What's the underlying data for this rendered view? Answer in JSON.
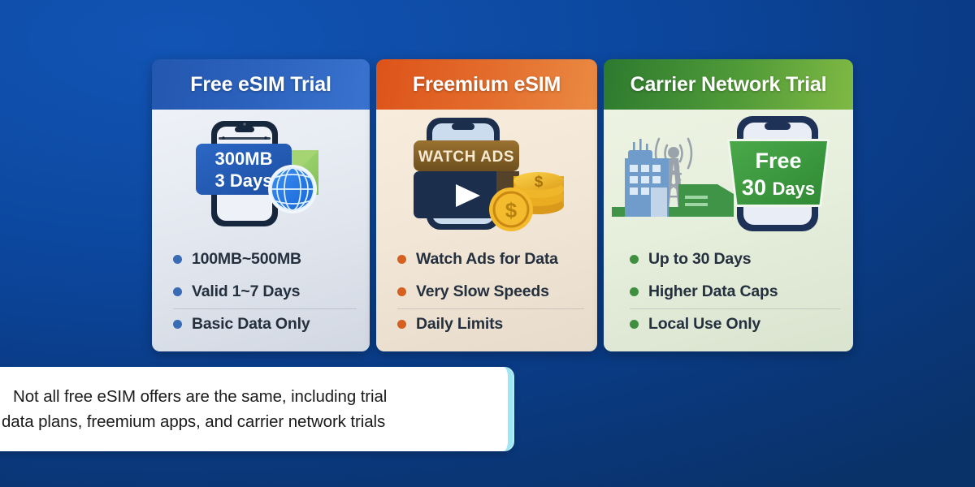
{
  "background": {
    "gradient_from": "#1254b4",
    "gradient_to": "#093269"
  },
  "cards": [
    {
      "id": "free-esim-trial",
      "title": "Free eSIM Trial",
      "header_color_from": "#2357b0",
      "header_color_to": "#3a74d0",
      "accent_color": "#3a6bb5",
      "illustration": {
        "name": "phone-with-data-tag-and-globe",
        "tag_line_1": "300MB",
        "tag_line_2": "3 Days"
      },
      "features": [
        {
          "label": "100MB~500MB"
        },
        {
          "label": "Valid 1~7 Days"
        },
        {
          "label": "Basic Data Only"
        }
      ]
    },
    {
      "id": "freemium-esim",
      "title": "Freemium eSIM",
      "header_color_from": "#dd5319",
      "header_color_to": "#ea8a43",
      "accent_color": "#d6601f",
      "illustration": {
        "name": "phone-with-watch-ads-video-and-coins",
        "banner_text": "WATCH ADS"
      },
      "features": [
        {
          "label": "Watch Ads for Data"
        },
        {
          "label": "Very Slow Speeds"
        },
        {
          "label": "Daily Limits"
        }
      ]
    },
    {
      "id": "carrier-network-trial",
      "title": "Carrier Network Trial",
      "header_color_from": "#2c7a2f",
      "header_color_to": "#80b944",
      "accent_color": "#3f8f3f",
      "illustration": {
        "name": "cell-tower-building-and-phone-with-free-tag",
        "tag_line_1": "Free",
        "tag_line_2_number": "30",
        "tag_line_2_unit": "Days"
      },
      "features": [
        {
          "label": "Up to 30 Days"
        },
        {
          "label": "Higher Data Caps"
        },
        {
          "label": "Local Use Only"
        }
      ]
    }
  ],
  "caption": {
    "line_1": "Not all free eSIM offers are the same, including trial",
    "line_2": "data plans, freemium apps, and carrier network trials",
    "accent_color": "#9fe6f4"
  }
}
